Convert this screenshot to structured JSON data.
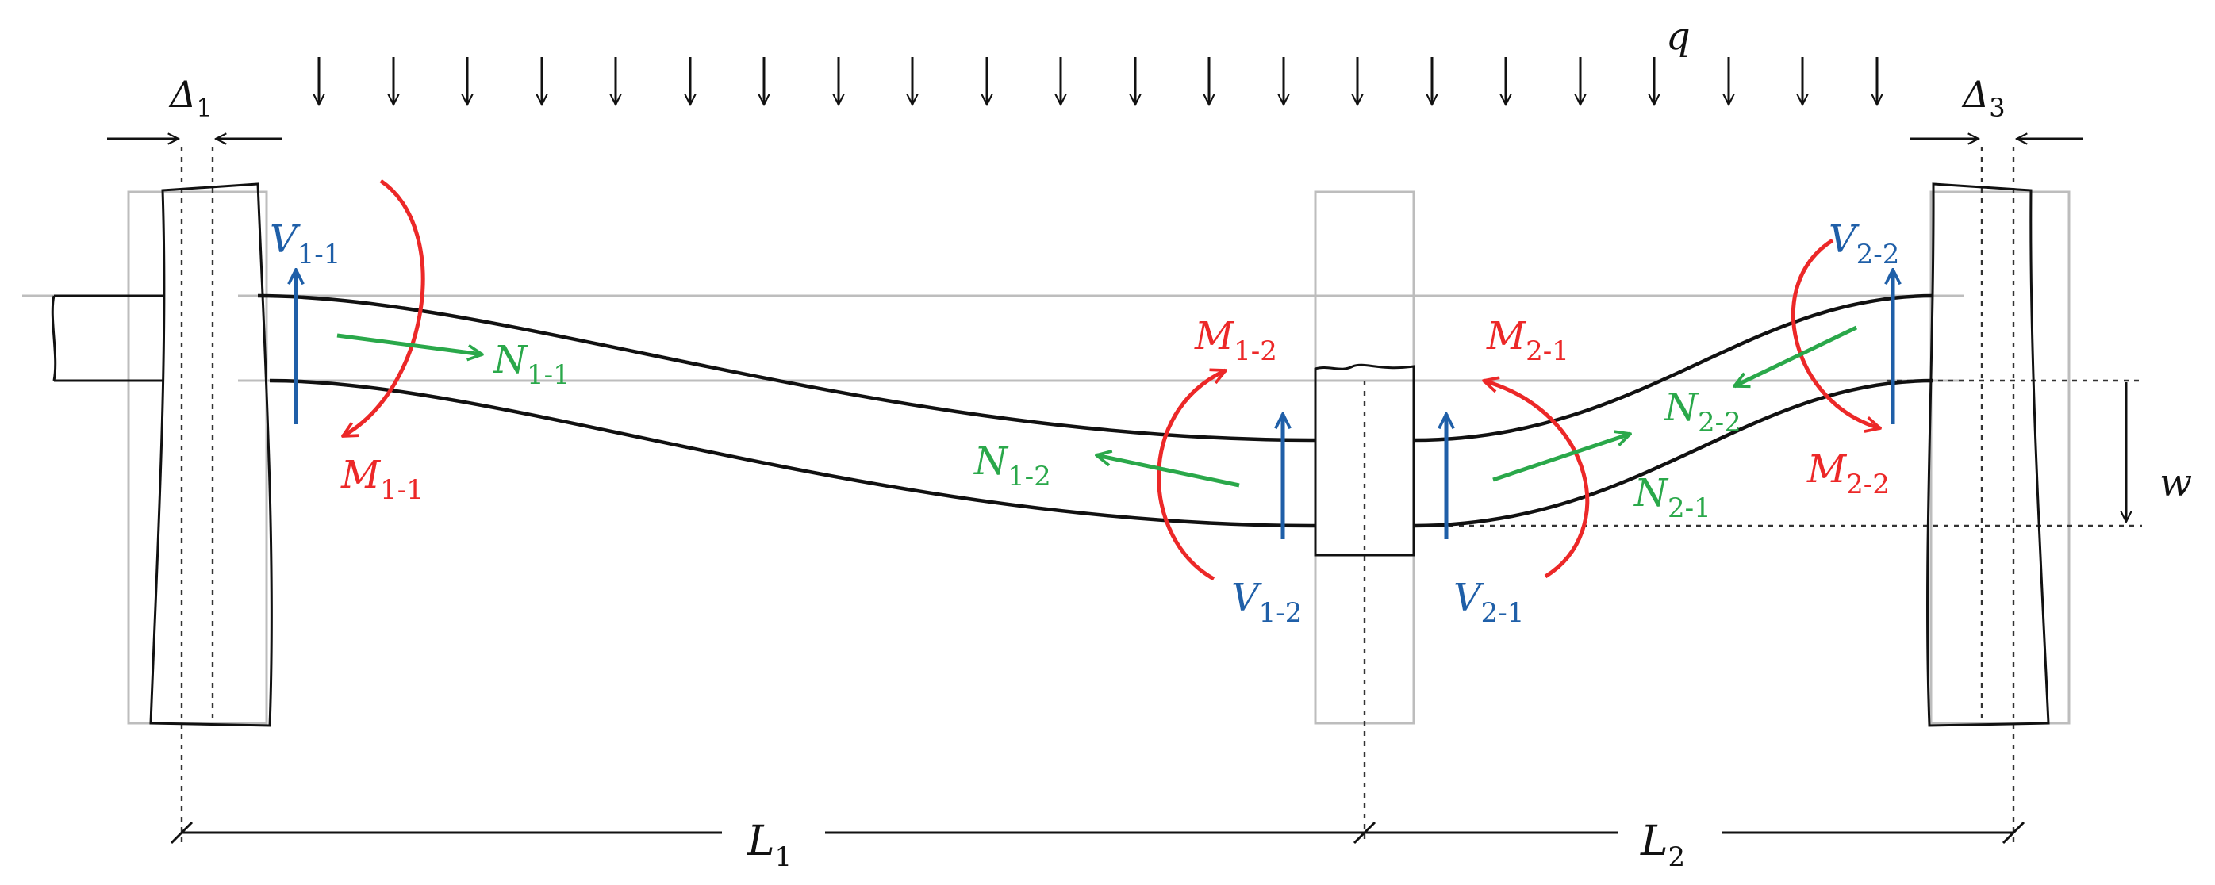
{
  "colors": {
    "moment": "#ec2828",
    "shear": "#1f5fa8",
    "axial": "#2aa84a",
    "ink": "#111111",
    "original_position": "#bdbdbd"
  },
  "load": {
    "symbol": "q"
  },
  "deflection": {
    "symbol": "w"
  },
  "spans": [
    {
      "symbol": "L",
      "sub": "1"
    },
    {
      "symbol": "L",
      "sub": "2"
    }
  ],
  "displacements": [
    {
      "symbol": "Δ",
      "sub": "1"
    },
    {
      "symbol": "Δ",
      "sub": "3"
    }
  ],
  "moments": {
    "m11": {
      "symbol": "M",
      "sub": "1-1"
    },
    "m12": {
      "symbol": "M",
      "sub": "1-2"
    },
    "m21": {
      "symbol": "M",
      "sub": "2-1"
    },
    "m22": {
      "symbol": "M",
      "sub": "2-2"
    }
  },
  "shears": {
    "v11": {
      "symbol": "V",
      "sub": "1-1"
    },
    "v12": {
      "symbol": "V",
      "sub": "1-2"
    },
    "v21": {
      "symbol": "V",
      "sub": "2-1"
    },
    "v22": {
      "symbol": "V",
      "sub": "2-2"
    }
  },
  "axials": {
    "n11": {
      "symbol": "N",
      "sub": "1-1"
    },
    "n12": {
      "symbol": "N",
      "sub": "1-2"
    },
    "n21": {
      "symbol": "N",
      "sub": "2-1"
    },
    "n22": {
      "symbol": "N",
      "sub": "2-2"
    }
  }
}
